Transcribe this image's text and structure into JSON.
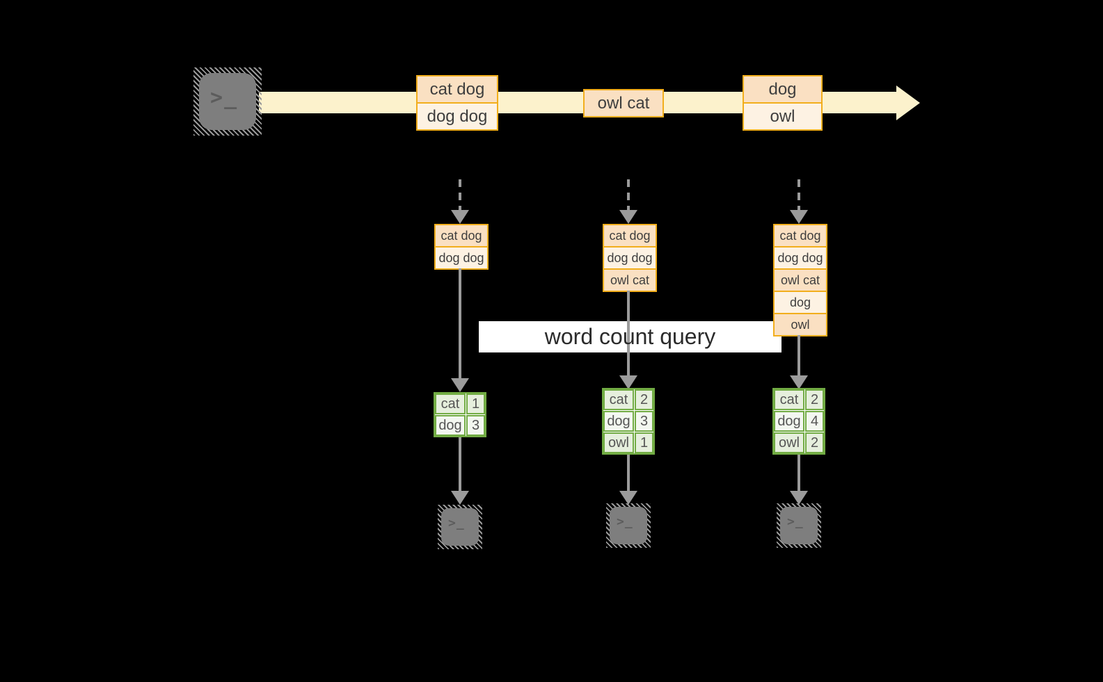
{
  "title": {
    "label": "word count query"
  },
  "colors": {
    "accent_orange": "#F2AE1C",
    "peach_dark": "#FAE0C2",
    "peach_light": "#FDF2E3",
    "band_cream": "#FCF2CC",
    "green_border": "#72AC44",
    "green_cell_dark": "#E6EFDD",
    "green_cell_light": "#F3F7F0",
    "arrow_gray": "#9B9B9B",
    "terminal_gray": "#7E7E7E",
    "text_dark": "#3E3E3E",
    "title_text": "#2B2B2B"
  },
  "icons": {
    "terminal_prompt": ">",
    "terminal_cursor": "_"
  },
  "stream": {
    "batches": [
      {
        "lines": [
          "cat dog",
          "dog dog"
        ]
      },
      {
        "lines": [
          "owl cat"
        ]
      },
      {
        "lines": [
          "dog",
          "owl"
        ]
      }
    ]
  },
  "columns": [
    {
      "micro_batch": [
        "cat dog",
        "dog dog"
      ],
      "counts": [
        {
          "word": "cat",
          "n": 1
        },
        {
          "word": "dog",
          "n": 3
        }
      ]
    },
    {
      "micro_batch": [
        "cat dog",
        "dog dog",
        "owl cat"
      ],
      "counts": [
        {
          "word": "cat",
          "n": 2
        },
        {
          "word": "dog",
          "n": 3
        },
        {
          "word": "owl",
          "n": 1
        }
      ]
    },
    {
      "micro_batch": [
        "cat dog",
        "dog dog",
        "owl cat",
        "dog",
        "owl"
      ],
      "counts": [
        {
          "word": "cat",
          "n": 2
        },
        {
          "word": "dog",
          "n": 4
        },
        {
          "word": "owl",
          "n": 2
        }
      ]
    }
  ]
}
